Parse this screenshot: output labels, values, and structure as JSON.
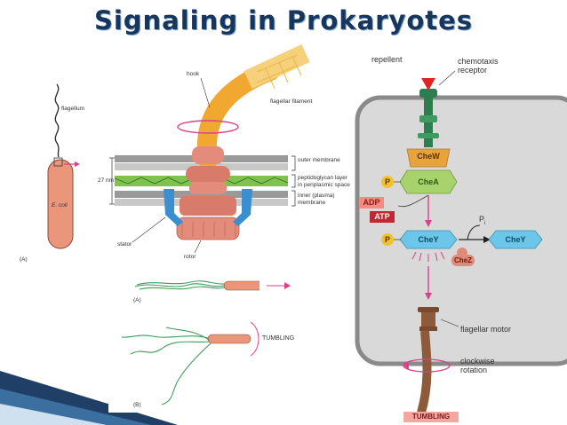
{
  "slide": {
    "title": "Signaling in Prokaryotes"
  },
  "panel_a": {
    "flagellum": "flagellum",
    "ecoli": "E. coli",
    "hook": "hook",
    "flagellar_filament": "flagellar filament",
    "outer_membrane": "outer membrane",
    "peptidoglycan": "peptidoglycan layer in periplasmic space",
    "inner_membrane": "inner (plasma) membrane",
    "size": "27 nm",
    "stator": "stator",
    "rotor": "rotor",
    "panel_label": "(A)"
  },
  "panel_b": {
    "label_a": "(A)",
    "label_b": "(B)",
    "tumbling": "TUMBLING"
  },
  "panel_c": {
    "repellent": "repellent",
    "chemotaxis_receptor": "chemotaxis receptor",
    "chew": "CheW",
    "chea": "CheA",
    "p": "P",
    "adp": "ADP",
    "atp": "ATP",
    "pi": "P",
    "pi_sub": "i",
    "chey": "CheY",
    "chez": "CheZ",
    "flagellar_motor": "flagellar motor",
    "clockwise_rotation": "clockwise rotation",
    "tumbling": "TUMBLING"
  },
  "colors": {
    "title": "#17365d",
    "receptor": "#2e7d4f",
    "chew": "#e8a33c",
    "chea": "#a8d26b",
    "chey": "#6cc6ea",
    "chez": "#e08a7a",
    "phosphate": "#f2c12e",
    "atp": "#c4272f",
    "adp": "#f28b82",
    "arrow": "#d9418a",
    "cell": "#d9d9d9",
    "motor": "#7a4a2e",
    "filament": "#f0a830",
    "rotor": "#e48c7c"
  }
}
